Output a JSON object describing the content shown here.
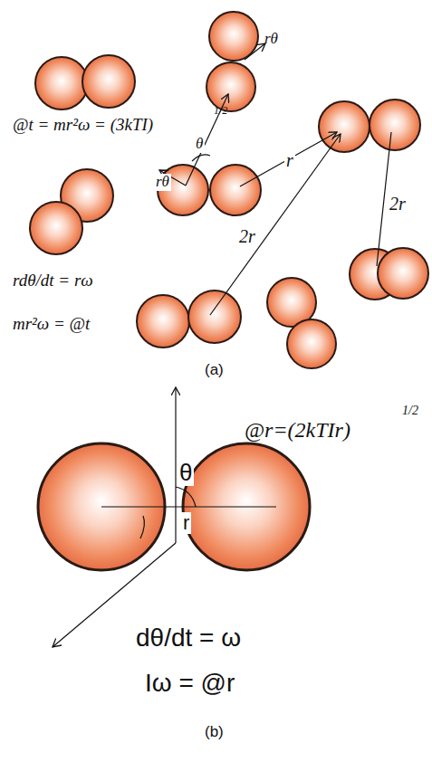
{
  "diagram": {
    "labels": [
      "@t = mr²ω = (3kTI)",
      "1/2",
      "rθ",
      "θ",
      "rθ",
      "r",
      "2r",
      "2r",
      "rdθ/dt = rω",
      "mr²ω = @t",
      "(a)",
      "@r=(2kTIr)",
      "1/2",
      "θ",
      "r",
      "dθ/dt = ω",
      "Iω = @r",
      "(b)"
    ]
  }
}
